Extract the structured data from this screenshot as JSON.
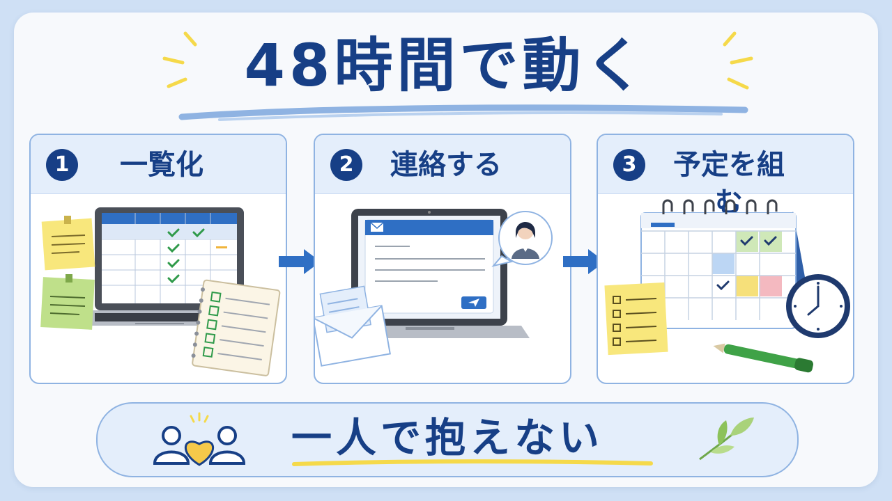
{
  "title": "48時間で動く",
  "steps": [
    {
      "number": "1",
      "label": "一覧化",
      "icon": "laptop-checklist-icon"
    },
    {
      "number": "2",
      "label": "連絡する",
      "icon": "laptop-email-icon"
    },
    {
      "number": "3",
      "label": "予定を組む",
      "icon": "calendar-clock-icon"
    }
  ],
  "banner": {
    "text": "一人で抱えない"
  },
  "colors": {
    "navy": "#173f86",
    "accent_blue": "#2f6fc4",
    "card_border": "#8fb3e2",
    "header_bg": "#e4eefb",
    "highlight_yellow": "#f5d94a"
  }
}
